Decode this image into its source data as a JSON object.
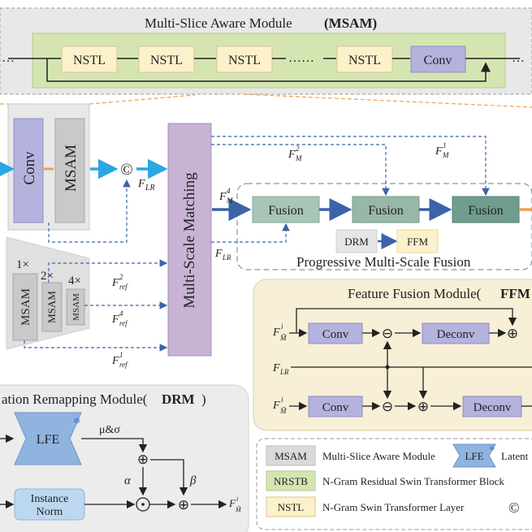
{
  "msam": {
    "title": "Multi-Slice Aware Module",
    "title_abbr": "(MSAM)",
    "blocks": [
      "NSTL",
      "NSTL",
      "NSTL",
      "NSTL"
    ],
    "dots": "……",
    "left_dots": "…",
    "right_dots": "…",
    "conv": "Conv"
  },
  "encoder": {
    "conv": "Conv",
    "msam": "MSAM",
    "concat": "©",
    "f_lr": "F",
    "f_lr_sub": "LR"
  },
  "ref": {
    "scales": [
      "1×",
      "2×",
      "4×"
    ],
    "msam": "MSAM",
    "f": "F",
    "f_sub": "ref",
    "sups": [
      "2",
      "4",
      "1"
    ]
  },
  "msm": {
    "label": "Multi-Scale Matching",
    "fm": "F",
    "fm_sub": "M",
    "fm_sups": [
      "2",
      "1",
      "4"
    ],
    "f_lr": "F",
    "f_lr_sub": "LR"
  },
  "pmf": {
    "title": "Progressive Multi-Scale Fusion",
    "fusion": [
      "Fusion",
      "Fusion",
      "Fusion"
    ],
    "drm": "DRM",
    "ffm": "FFM"
  },
  "ffm_panel": {
    "title": "Feature Fusion Module(",
    "title_abbr": "FFM",
    "conv": [
      "Conv",
      "Conv"
    ],
    "deconv": [
      "Deconv",
      "Deconv"
    ],
    "input_f": "F",
    "input_sup": "i",
    "input_sub": "M̃",
    "f_lr": "F",
    "f_lr_sub": "LR",
    "minus": "⊖",
    "plus": "⊕"
  },
  "drm_panel": {
    "title": "ation Remapping Module(",
    "title_abbr": "DRM",
    "lfe": "LFE",
    "mu_sigma": "μ&σ",
    "alpha": "α",
    "beta": "β",
    "instance_norm": [
      "Instance",
      "Norm"
    ],
    "out_f": "F",
    "out_sup": "i",
    "out_sub": "M̃"
  },
  "legend": {
    "items": [
      {
        "key": "MSAM",
        "text": "Multi-Slice Aware Module"
      },
      {
        "key": "NRSTB",
        "text": "N-Gram Residual Swin Transformer Block"
      },
      {
        "key": "NSTL",
        "text": "N-Gram Swin Transformer Layer"
      }
    ],
    "lfe": "LFE",
    "latent": "Latent",
    "concat": "©"
  },
  "colors": {
    "gray_panel": "#e9e9e9",
    "green": "#d7e6b4",
    "yellow": "#fcf2cc",
    "purple": "#c9b4d6",
    "conv_blue": "#b3b3de",
    "fusion_green": "#a7c4b4",
    "fusion_dark": "#6f9c8e",
    "ffm_bg": "#f7efd7",
    "arrow_blue": "#2f5f9e",
    "dash_blue": "#4a6fb5",
    "orange": "#f0a04b"
  }
}
